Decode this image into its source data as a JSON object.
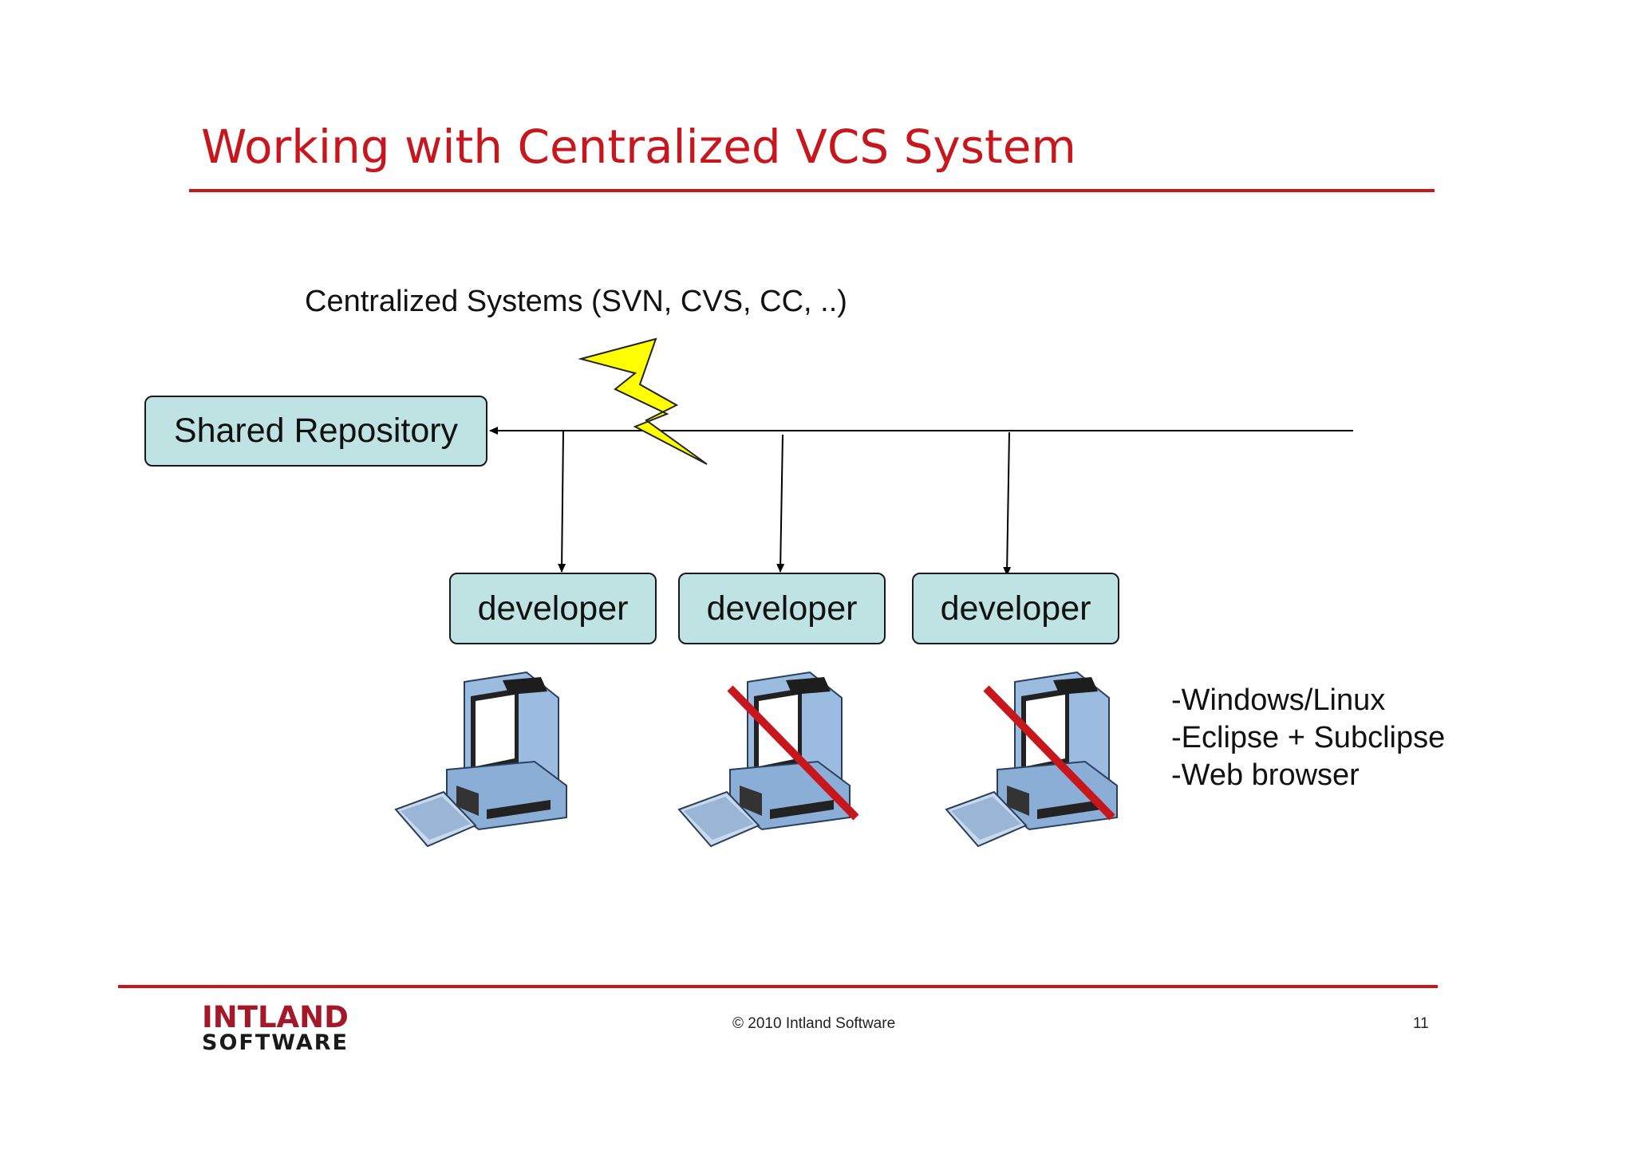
{
  "slide": {
    "title": "Working with Centralized VCS System",
    "subtitle": "Centralized Systems (SVN, CVS, CC, ..)",
    "repository_label": "Shared Repository",
    "developers": [
      {
        "label": "developer",
        "blocked": false
      },
      {
        "label": "developer",
        "blocked": true
      },
      {
        "label": "developer",
        "blocked": true
      }
    ],
    "notes": [
      "-Windows/Linux",
      "-Eclipse + Subclipse",
      "-Web browser"
    ],
    "footer": {
      "logo_line1": "INTLAND",
      "logo_line2": "SOFTWARE",
      "copyright": "© 2010 Intland Software",
      "page_number": "11"
    },
    "colors": {
      "accent": "#c8161d",
      "box_fill": "#bfe3e3",
      "lightning": "#ffff00",
      "monitor": "#8aaed6"
    },
    "icons": [
      "lightning-bolt-icon",
      "computer-icon",
      "cross-out-icon"
    ]
  }
}
